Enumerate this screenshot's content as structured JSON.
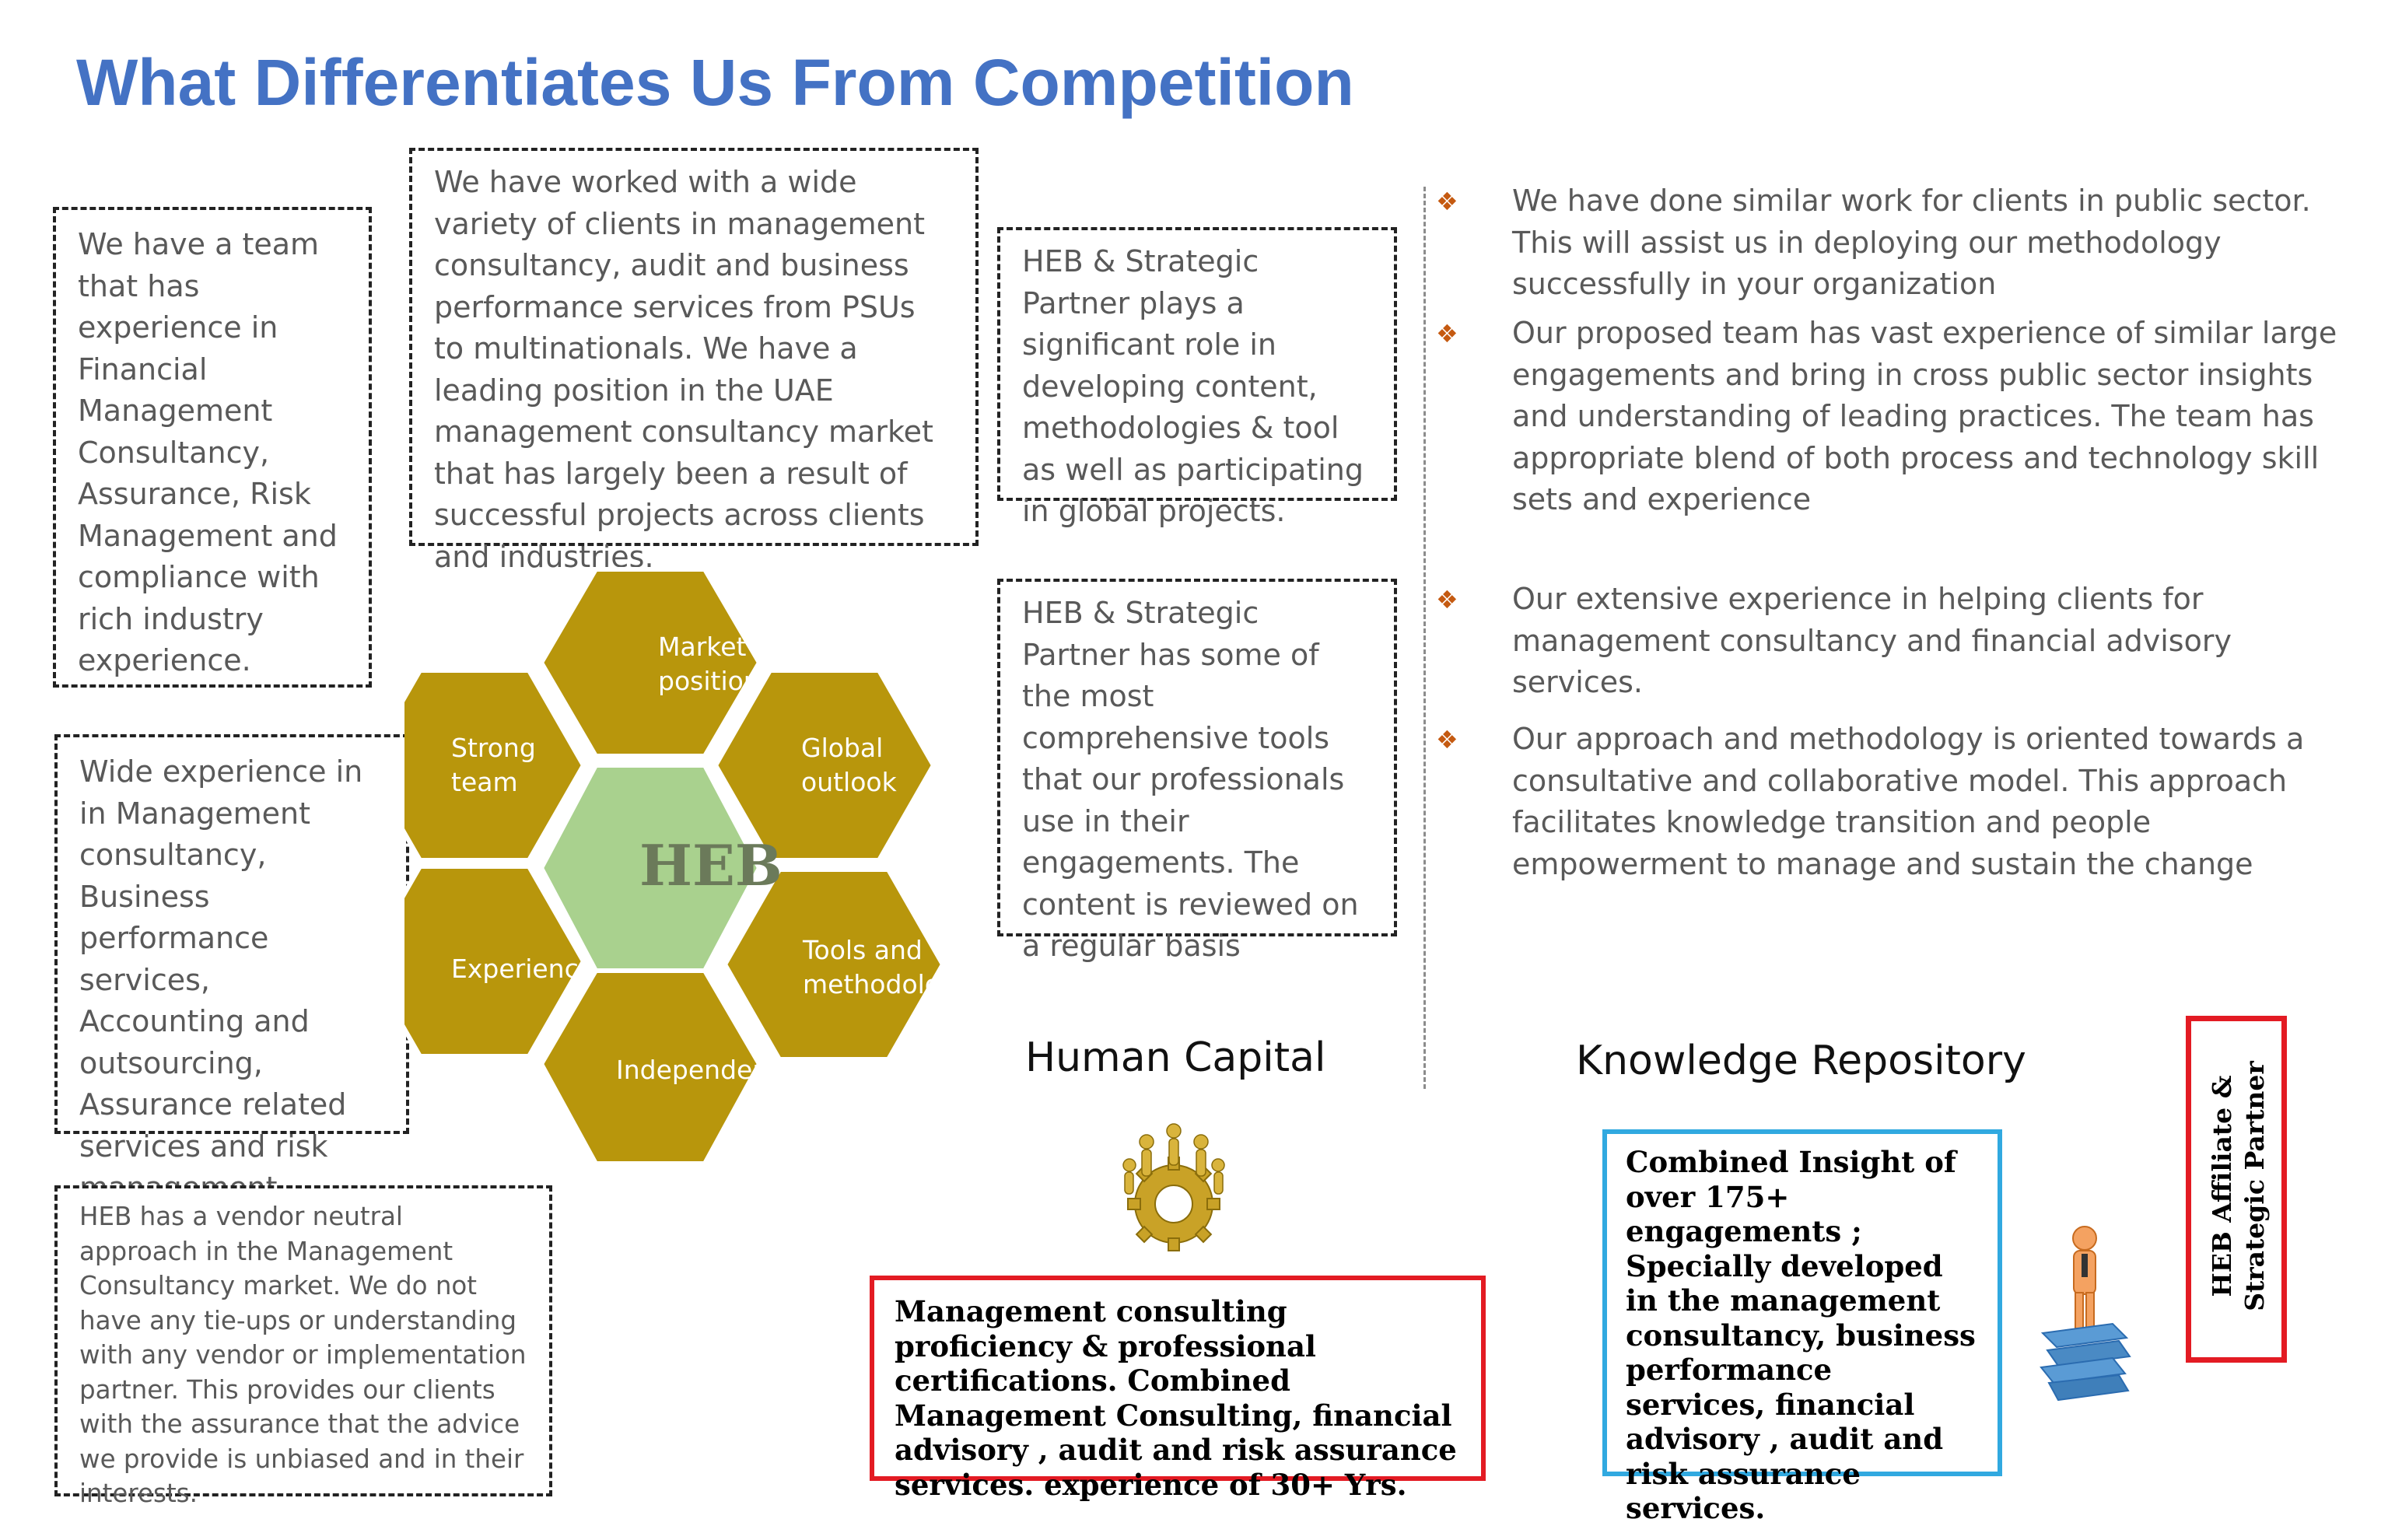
{
  "title": "What Differentiates Us From Competition",
  "boxes": {
    "team_experience": "We have a team that has experience in Financial Management Consultancy, Assurance, Risk Management and compliance with rich industry experience.",
    "clients": "We have worked with a wide variety of clients in management consultancy, audit and business performance services from PSUs to multinationals. We have a leading position in the UAE  management consultancy market that has largely been a result of successful projects across clients and industries.",
    "strategic_partner_role": "HEB & Strategic Partner plays a significant role in developing content, methodologies & tool as well as participating in global projects.",
    "wide_experience": "Wide experience in in Management consultancy, Business performance services, Accounting and outsourcing, Assurance related services  and risk management .",
    "tools": "HEB & Strategic Partner has some of the most comprehensive tools that our professionals use in their engagements. The content is reviewed on a regular basis",
    "vendor_neutral": "HEB has a vendor neutral approach in the Management Consultancy market. We do not have any tie-ups or understanding with any vendor or implementation partner. This provides our clients with the assurance that the advice we provide is unbiased and in their interests."
  },
  "hexagons": {
    "center": "HEB",
    "market_position": [
      "Market",
      "position"
    ],
    "global_outlook": [
      "Global",
      "outlook"
    ],
    "tools_methodology": [
      "Tools and",
      "methodology"
    ],
    "independence": "Independence",
    "experience": "Experience",
    "strong_team": [
      "Strong",
      "team"
    ],
    "colors": {
      "petal": "#b8960c",
      "center": "#a9d18e",
      "stroke": "#ffffff"
    }
  },
  "bullets": [
    "We have done similar work for clients in public sector. This will assist us in deploying our methodology successfully in your organization",
    "Our proposed team has vast experience of similar large engagements and bring in cross public sector insights and understanding of leading practices. The team has appropriate blend of both process and technology skill sets and experience",
    "Our extensive experience in helping clients for management consultancy and financial advisory services.",
    "Our approach and methodology is oriented towards a consultative and collaborative model. This approach facilitates knowledge transition and people empowerment to manage and sustain the change"
  ],
  "bullet_icon": "diamond-cluster-icon",
  "human_capital": {
    "label": "Human Capital",
    "box": "Management consulting  proficiency & professional certifications.  Combined Management Consulting, financial advisory , audit and risk assurance services. experience of 30+ Yrs."
  },
  "knowledge_repository": {
    "label": "Knowledge Repository",
    "box": "Combined Insight of over 175+ engagements ; Specially developed in the  management consultancy, business performance services, financial advisory , audit and risk assurance services."
  },
  "affiliate": [
    "HEB Affiliate &",
    "Strategic Partner"
  ],
  "colors": {
    "title": "#4472c4",
    "red": "#e31b23",
    "blue": "#31a9e0",
    "bullet": "#c55a11"
  }
}
